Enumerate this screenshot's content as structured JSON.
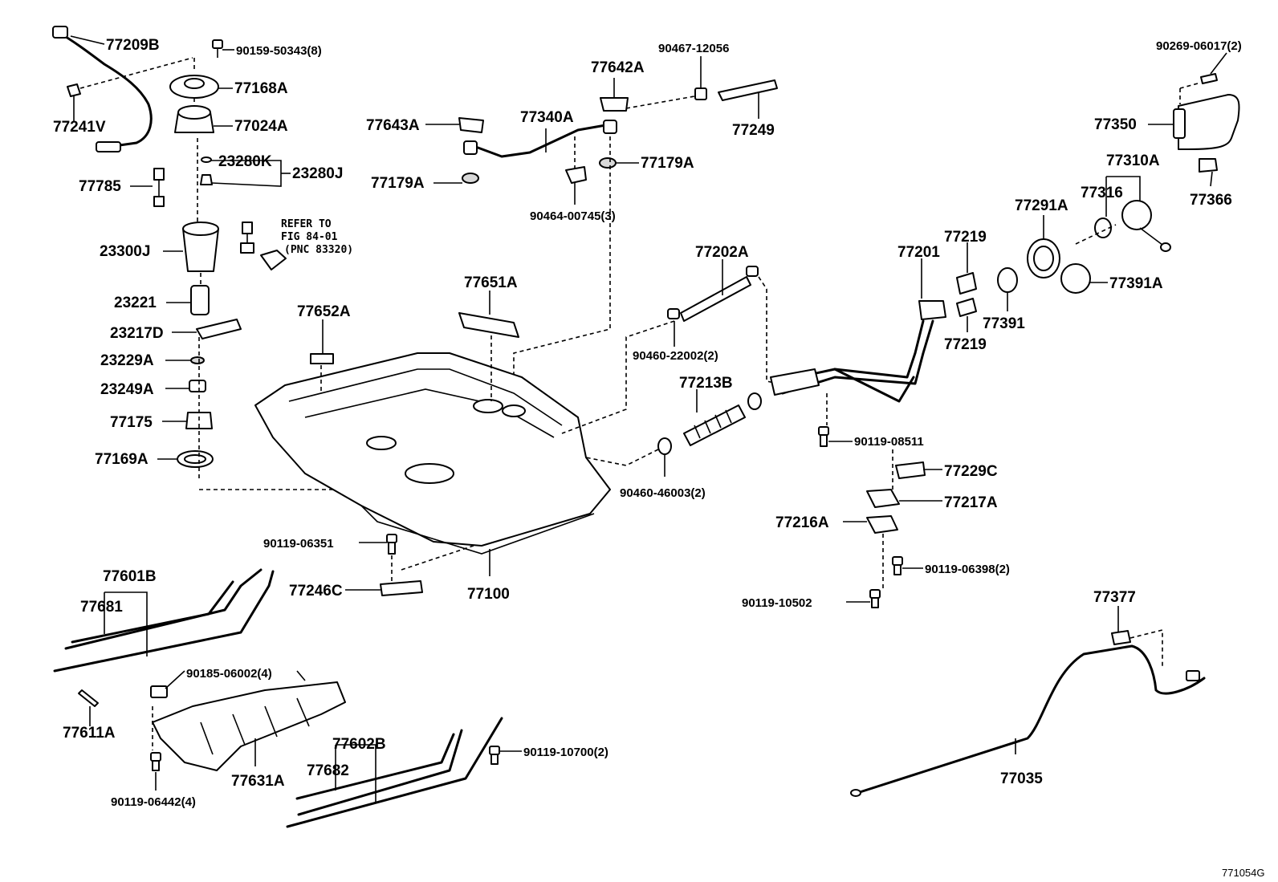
{
  "figure_code": "771054G",
  "refer_note": {
    "line1": "REFER TO",
    "line2": "FIG 84-01",
    "line3": "(PNC 83320)"
  },
  "parts": {
    "p77209B": "77209B",
    "p90159": "90159-50343(8)",
    "p77168A": "77168A",
    "p77241V": "77241V",
    "p77024A": "77024A",
    "p23280K": "23280K",
    "p23280J": "23280J",
    "p77785": "77785",
    "p23300J": "23300J",
    "p23221": "23221",
    "p23217D": "23217D",
    "p23229A": "23229A",
    "p23249A": "23249A",
    "p77175": "77175",
    "p77169A": "77169A",
    "p77642A": "77642A",
    "p90467": "90467-12056",
    "p77643A": "77643A",
    "p77340A": "77340A",
    "p77249": "77249",
    "p77179A_l": "77179A",
    "p77179A_r": "77179A",
    "p90464": "90464-00745(3)",
    "p90269": "90269-06017(2)",
    "p77350": "77350",
    "p77310A": "77310A",
    "p77366": "77366",
    "p77316": "77316",
    "p77291A": "77291A",
    "p77219_t": "77219",
    "p77201": "77201",
    "p77391A": "77391A",
    "p77391": "77391",
    "p77219_b": "77219",
    "p77202A": "77202A",
    "p77651A": "77651A",
    "p77652A": "77652A",
    "p90460_22002": "90460-22002(2)",
    "p77213B": "77213B",
    "p90119_08511": "90119-08511",
    "p77229C": "77229C",
    "p77217A": "77217A",
    "p77216A": "77216A",
    "p90460_46003": "90460-46003(2)",
    "p90119_06351": "90119-06351",
    "p77246C": "77246C",
    "p77100": "77100",
    "p90119_06398": "90119-06398(2)",
    "p90119_10502": "90119-10502",
    "p77601B": "77601B",
    "p77681": "77681",
    "p90185": "90185-06002(4)",
    "p77611A": "77611A",
    "p77631A": "77631A",
    "p77602B": "77602B",
    "p77682": "77682",
    "p90119_10700": "90119-10700(2)",
    "p90119_06442": "90119-06442(4)",
    "p77377": "77377",
    "p77035": "77035"
  }
}
